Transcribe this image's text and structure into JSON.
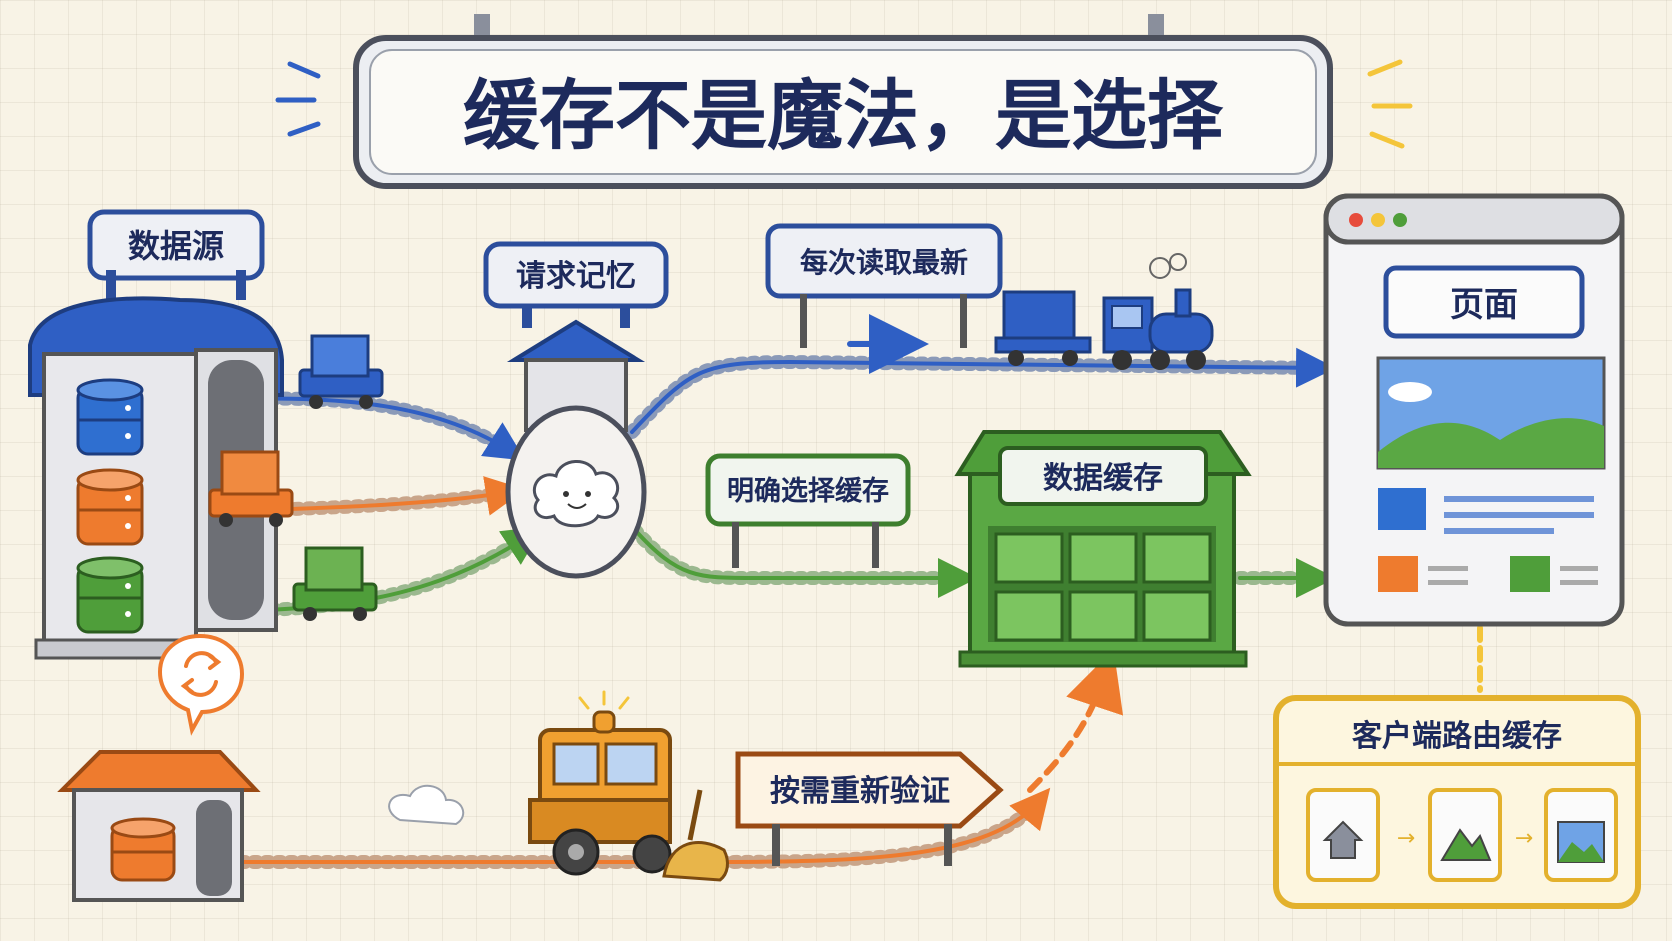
{
  "title": "缓存不是魔法，是选择",
  "nodes": {
    "data_source": "数据源",
    "request_memory": "请求记忆",
    "read_latest": "每次读取最新",
    "explicit_cache": "明确选择缓存",
    "data_cache": "数据缓存",
    "page": "页面",
    "revalidate": "按需重新验证",
    "client_router_cache": "客户端路由缓存"
  },
  "colors": {
    "blue": "#2f5fc4",
    "orange": "#ee7b2e",
    "green": "#4f9e3a",
    "yellow": "#f4c53a",
    "ink": "#1d2a5c"
  },
  "icons": [
    "database-icon",
    "cloud-face-icon",
    "refresh-icon",
    "home-icon",
    "mountain-icon",
    "image-icon",
    "box-icon",
    "train-icon",
    "broom-icon"
  ]
}
